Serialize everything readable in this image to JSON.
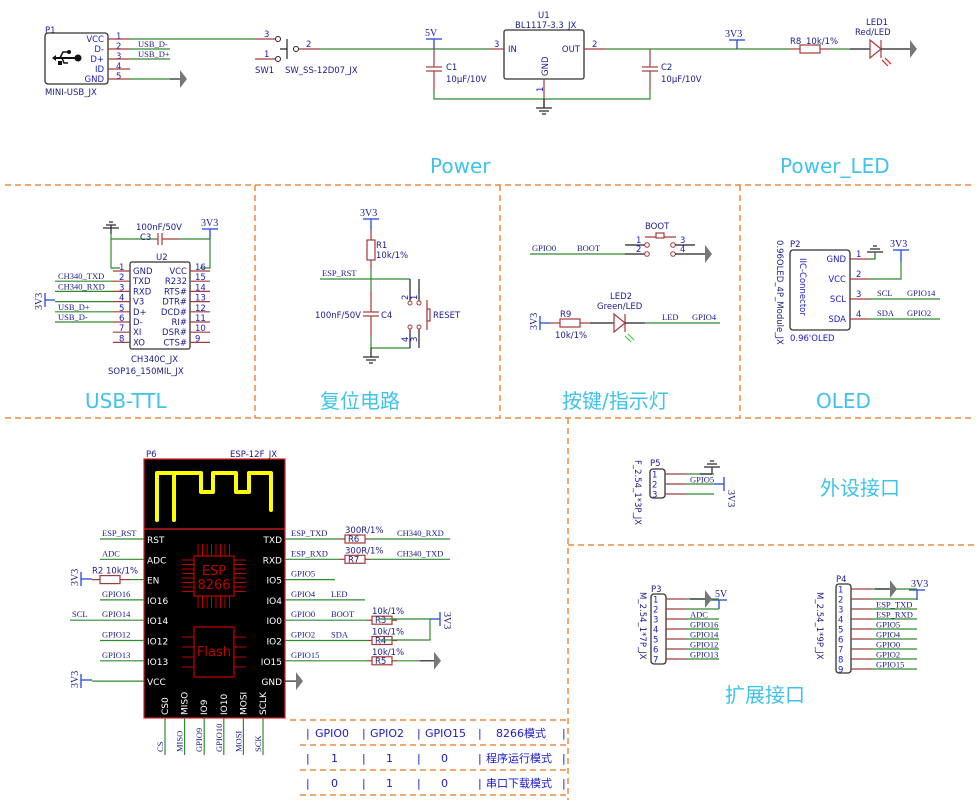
{
  "sections": {
    "power": "Power",
    "power_led": "Power_LED",
    "usb_ttl": "USB-TTL",
    "reset": "复位电路",
    "button_led": "按键/指示灯",
    "oled": "OLED",
    "peripheral": "外设接口",
    "expansion": "扩展接口"
  },
  "power": {
    "p1": {
      "ref": "P1",
      "part": "MINI-USB_JX",
      "pins": [
        "VCC",
        "D-",
        "D+",
        "ID",
        "GND"
      ],
      "pin_numbers": [
        "1",
        "2",
        "3",
        "4",
        "5"
      ],
      "nets": [
        "USB_D-",
        "USB_D+"
      ]
    },
    "sw1": {
      "ref": "SW1",
      "part": "SW_SS-12D07_JX",
      "pin_numbers": [
        "3",
        "1",
        "2"
      ]
    },
    "vin_label": "5V",
    "c1": {
      "ref": "C1",
      "value": "10μF/10V"
    },
    "u1": {
      "ref": "U1",
      "part": "BL1117-3.3_JX",
      "pin_in": "IN",
      "pin_out": "OUT",
      "pin_gnd": "GND",
      "num_in": "3",
      "num_out": "2",
      "num_gnd": "1"
    },
    "c2": {
      "ref": "C2",
      "value": "10μF/10V"
    }
  },
  "power_led": {
    "rail": "3V3",
    "r8": {
      "ref": "R8",
      "value": "10k/1%"
    },
    "led1": {
      "ref": "LED1",
      "value": "Red/LED"
    }
  },
  "usb_ttl": {
    "c3": {
      "ref": "C3",
      "value": "100nF/50V"
    },
    "rail": "3V3",
    "u2": {
      "ref": "U2",
      "part": "CH340C_JX",
      "package": "SOP16_150MIL_JX"
    },
    "left_pins": [
      {
        "num": "1",
        "name": "GND",
        "net": ""
      },
      {
        "num": "2",
        "name": "TXD",
        "net": "CH340_TXD"
      },
      {
        "num": "3",
        "name": "RXD",
        "net": "CH340_RXD"
      },
      {
        "num": "4",
        "name": "V3",
        "net": ""
      },
      {
        "num": "5",
        "name": "D+",
        "net": "USB_D+"
      },
      {
        "num": "6",
        "name": "D-",
        "net": "USB_D-"
      },
      {
        "num": "7",
        "name": "XI",
        "net": ""
      },
      {
        "num": "8",
        "name": "XO",
        "net": ""
      }
    ],
    "right_pins": [
      {
        "num": "16",
        "name": "VCC"
      },
      {
        "num": "15",
        "name": "R232"
      },
      {
        "num": "14",
        "name": "RTS#"
      },
      {
        "num": "13",
        "name": "DTR#"
      },
      {
        "num": "12",
        "name": "DCD#"
      },
      {
        "num": "11",
        "name": "RI#"
      },
      {
        "num": "10",
        "name": "DSR#"
      },
      {
        "num": "9",
        "name": "CTS#"
      }
    ],
    "v3_label": "3V3"
  },
  "reset": {
    "rail": "3V3",
    "r1": {
      "ref": "R1",
      "value": "10k/1%"
    },
    "net": "ESP_RST",
    "c4": {
      "ref": "C4",
      "value": "100nF/50V"
    },
    "button": "RESET",
    "pins": [
      "2",
      "1",
      "4",
      "3"
    ]
  },
  "button_led": {
    "boot_title": "BOOT",
    "boot_nets": [
      "GPIO0",
      "BOOT"
    ],
    "boot_pins": [
      "1",
      "2",
      "3",
      "4"
    ],
    "r9": {
      "ref": "R9",
      "value": "10k/1%"
    },
    "rail": "3V3",
    "led2": {
      "ref": "LED2",
      "value": "Green/LED"
    },
    "led_nets": [
      "LED",
      "GPIO4"
    ]
  },
  "oled": {
    "ref": "P2",
    "side": "0.96OLED_4P_Module_JX",
    "inner": "IIC-Connector",
    "name": "0.96'OLED",
    "rail": "3V3",
    "pins": [
      {
        "num": "1",
        "name": "GND",
        "nets": [
          "",
          ""
        ]
      },
      {
        "num": "2",
        "name": "VCC",
        "nets": [
          "",
          ""
        ]
      },
      {
        "num": "3",
        "name": "SCL",
        "nets": [
          "SCL",
          "GPIO14"
        ]
      },
      {
        "num": "4",
        "name": "SDA",
        "nets": [
          "SDA",
          "GPIO2"
        ]
      }
    ]
  },
  "esp": {
    "ref": "P6",
    "part": "ESP-12F_JX",
    "chip_label": [
      "ESP",
      "8266"
    ],
    "flash_label": "Flash",
    "left_pins": [
      {
        "name": "RST",
        "nets": [
          "ESP_RST"
        ]
      },
      {
        "name": "ADC",
        "nets": [
          "ADC"
        ]
      },
      {
        "name": "EN",
        "nets": [
          "R2 10k/1%"
        ]
      },
      {
        "name": "IO16",
        "nets": [
          "GPIO16"
        ]
      },
      {
        "name": "IO14",
        "nets": [
          "SCL",
          "GPIO14"
        ]
      },
      {
        "name": "IO12",
        "nets": [
          "GPIO12"
        ]
      },
      {
        "name": "IO13",
        "nets": [
          "GPIO13"
        ]
      },
      {
        "name": "VCC",
        "nets": [
          ""
        ]
      }
    ],
    "right_pins": [
      {
        "name": "TXD",
        "nets": [
          "ESP_TXD",
          "CH340_RXD"
        ],
        "res": "R6",
        "val": "300R/1%"
      },
      {
        "name": "RXD",
        "nets": [
          "ESP_RXD",
          "CH340_TXD"
        ],
        "res": "R7",
        "val": "300R/1%"
      },
      {
        "name": "IO5",
        "nets": [
          "GPIO5",
          ""
        ],
        "res": "",
        "val": ""
      },
      {
        "name": "IO4",
        "nets": [
          "GPIO4",
          "LED"
        ],
        "res": "",
        "val": ""
      },
      {
        "name": "IO0",
        "nets": [
          "GPIO0",
          "BOOT"
        ],
        "res": "R3",
        "val": "10k/1%"
      },
      {
        "name": "IO2",
        "nets": [
          "GPIO2",
          "SDA"
        ],
        "res": "R4",
        "val": "10k/1%"
      },
      {
        "name": "IO15",
        "nets": [
          "GPIO15",
          ""
        ],
        "res": "R5",
        "val": "10k/1%"
      },
      {
        "name": "GND",
        "nets": [
          "",
          ""
        ],
        "res": "",
        "val": ""
      }
    ],
    "bottom_pins": [
      "CS0",
      "MISO",
      "IO9",
      "IO10",
      "MOSI",
      "SCLK"
    ],
    "bottom_nets": [
      "CS",
      "MISO",
      "GPIO9",
      "GPIO10",
      "MOSI",
      "SCK"
    ],
    "rail": "3V3"
  },
  "mode_table": {
    "headers": [
      "GPIO0",
      "GPIO2",
      "GPIO15",
      "8266模式"
    ],
    "rows": [
      [
        "1",
        "1",
        "0",
        "程序运行模式"
      ],
      [
        "0",
        "1",
        "0",
        "串口下载模式"
      ]
    ]
  },
  "p5": {
    "ref": "P5",
    "part": "F_2.54_1*3P_JX",
    "pins": [
      "1",
      "2",
      "3"
    ],
    "nets": [
      "",
      "GPIO5",
      ""
    ],
    "rail": "3V3"
  },
  "p3": {
    "ref": "P3",
    "part": "M_2.54_1*7P_JX",
    "pins": [
      "1",
      "2",
      "3",
      "4",
      "5",
      "6",
      "7"
    ],
    "nets": [
      "",
      "",
      "ADC",
      "GPIO16",
      "GPIO14",
      "GPIO12",
      "GPIO13"
    ],
    "rail": "5V"
  },
  "p4": {
    "ref": "P4",
    "part": "M_2.54_1*9P_JX",
    "pins": [
      "1",
      "2",
      "3",
      "4",
      "5",
      "6",
      "7",
      "8",
      "9"
    ],
    "nets": [
      "",
      "",
      "ESP_TXD",
      "ESP_RXD",
      "GPIO5",
      "GPIO4",
      "GPIO0",
      "GPIO2",
      "GPIO15"
    ],
    "rail": "3V3"
  }
}
